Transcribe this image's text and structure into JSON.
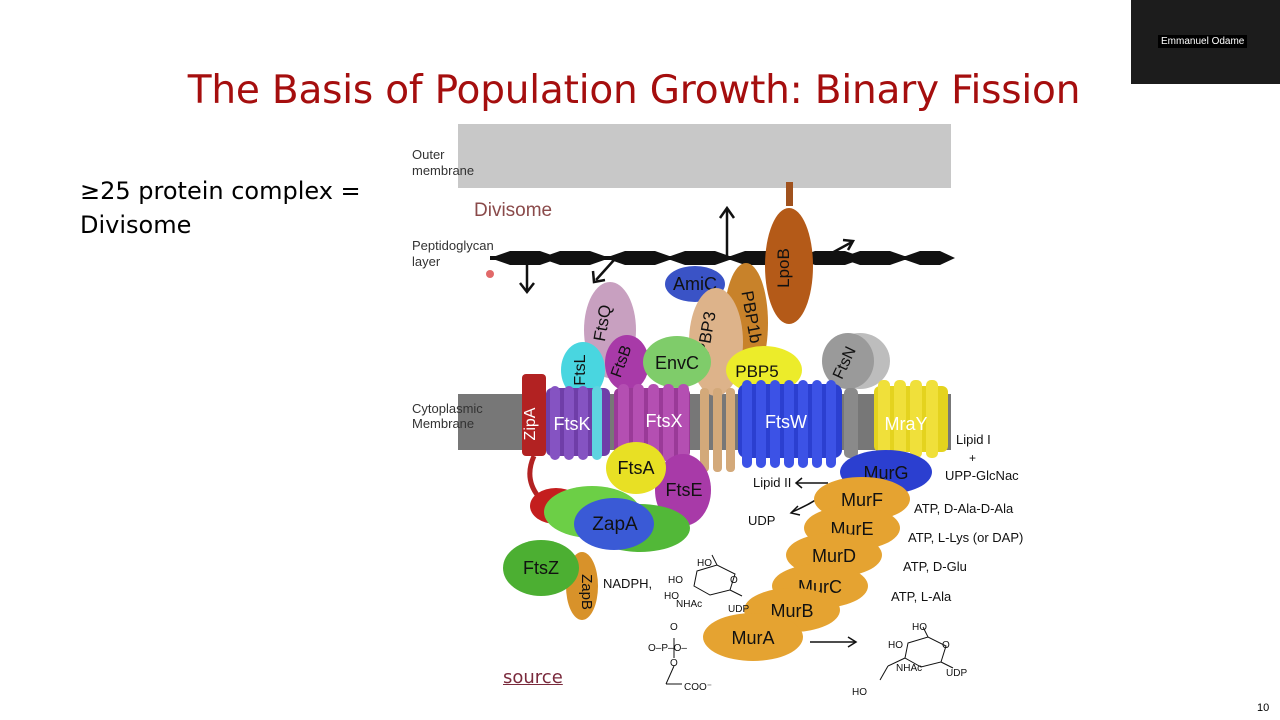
{
  "slide": {
    "title": "The Basis of Population Growth: Binary Fission",
    "bullet": [
      "≥25 protein complex =",
      "Divisome"
    ],
    "source_label": "source",
    "page_number": "10"
  },
  "participant": {
    "name": "Emmanuel Odame"
  },
  "figure": {
    "layers": {
      "outer": [
        "Outer",
        "membrane"
      ],
      "peptidoglycan": [
        "Peptidoglycan",
        "layer"
      ],
      "cytoplasmic": [
        "Cytoplasmic",
        "Membrane"
      ]
    },
    "divisome_label": "Divisome",
    "proteins": {
      "lpob": "LpoB",
      "amic": "AmiC",
      "pbp1b": "PBP1b",
      "pbp3": "PBP3",
      "ftsq": "FtsQ",
      "ftsl": "FtsL",
      "ftsb": "FtsB",
      "envc": "EnvC",
      "pbp5": "PBP5",
      "ftsn": "FtsN",
      "zipa": "ZipA",
      "ftsk": "FtsK",
      "ftsx": "FtsX",
      "ftsw": "FtsW",
      "mray": "MraY",
      "ftsa": "FtsA",
      "ftse": "FtsE",
      "zapa": "ZapA",
      "ftsz": "FtsZ",
      "zapb": "ZapB",
      "murg": "MurG",
      "murf": "MurF",
      "mure": "MurE",
      "murd": "MurD",
      "murc": "MurC",
      "murb": "MurB",
      "mura": "MurA"
    },
    "annotations": {
      "lipid_i": "Lipid I",
      "plus": "+",
      "upp_glcnac": "UPP-GlcNac",
      "lipid_ii": "Lipid II",
      "udp": "UDP",
      "nadph": "NADPH,",
      "atp_ala_ala": "ATP, D-Ala-D-Ala",
      "atp_lys": "ATP, L-Lys (or DAP)",
      "atp_glu": "ATP, D-Glu",
      "atp_ala": "ATP, L-Ala"
    },
    "chem": {
      "ho": "HO",
      "o": "O",
      "nhac": "NHAc",
      "udp": "UDP",
      "p_group": "O–P–O–",
      "coo": "COO⁻"
    }
  }
}
